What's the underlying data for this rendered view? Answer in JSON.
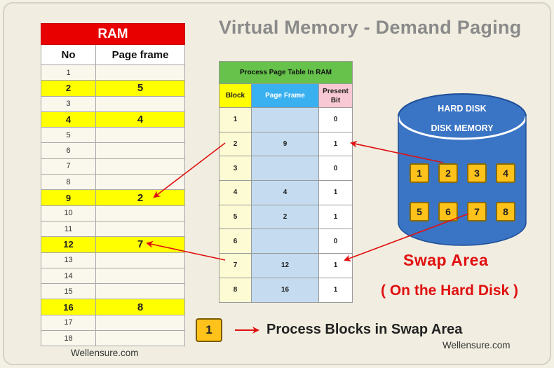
{
  "title": "Virtual Memory - Demand  Paging",
  "ram": {
    "heading": "RAM",
    "col_no": "No",
    "col_frame": "Page frame",
    "rows": [
      {
        "no": "1",
        "frame": "",
        "hl": false
      },
      {
        "no": "2",
        "frame": "5",
        "hl": true
      },
      {
        "no": "3",
        "frame": "",
        "hl": false
      },
      {
        "no": "4",
        "frame": "4",
        "hl": true
      },
      {
        "no": "5",
        "frame": "",
        "hl": false
      },
      {
        "no": "6",
        "frame": "",
        "hl": false
      },
      {
        "no": "7",
        "frame": "",
        "hl": false
      },
      {
        "no": "8",
        "frame": "",
        "hl": false
      },
      {
        "no": "9",
        "frame": "2",
        "hl": true
      },
      {
        "no": "10",
        "frame": "",
        "hl": false
      },
      {
        "no": "11",
        "frame": "",
        "hl": false
      },
      {
        "no": "12",
        "frame": "7",
        "hl": true
      },
      {
        "no": "13",
        "frame": "",
        "hl": false
      },
      {
        "no": "14",
        "frame": "",
        "hl": false
      },
      {
        "no": "15",
        "frame": "",
        "hl": false
      },
      {
        "no": "16",
        "frame": "8",
        "hl": true
      },
      {
        "no": "17",
        "frame": "",
        "hl": false
      },
      {
        "no": "18",
        "frame": "",
        "hl": false
      }
    ]
  },
  "page_table": {
    "heading": "Process Page Table In RAM",
    "col_block": "Block",
    "col_frame": "Page Frame",
    "col_present_1": "Present",
    "col_present_2": "Bit",
    "rows": [
      {
        "block": "1",
        "frame": "",
        "present": "0"
      },
      {
        "block": "2",
        "frame": "9",
        "present": "1"
      },
      {
        "block": "3",
        "frame": "",
        "present": "0"
      },
      {
        "block": "4",
        "frame": "4",
        "present": "1"
      },
      {
        "block": "5",
        "frame": "2",
        "present": "1"
      },
      {
        "block": "6",
        "frame": "",
        "present": "0"
      },
      {
        "block": "7",
        "frame": "12",
        "present": "1"
      },
      {
        "block": "8",
        "frame": "16",
        "present": "1"
      }
    ]
  },
  "disk": {
    "label_1": "HARD DISK",
    "label_2": "DISK  MEMORY",
    "blocks": [
      "1",
      "2",
      "3",
      "4",
      "5",
      "6",
      "7",
      "8"
    ]
  },
  "swap_area": "Swap  Area",
  "on_hard_disk": "( On the Hard Disk )",
  "legend": {
    "box": "1",
    "text": "Process Blocks  in  Swap  Area"
  },
  "watermark_left": "Wellensure.com",
  "watermark_right": "Wellensure.com",
  "colors": {
    "ram_header": "#e80000",
    "highlight": "#ffff00",
    "arrow": "#e01010",
    "disk": "#3a74c4",
    "block": "#ffc21a"
  }
}
